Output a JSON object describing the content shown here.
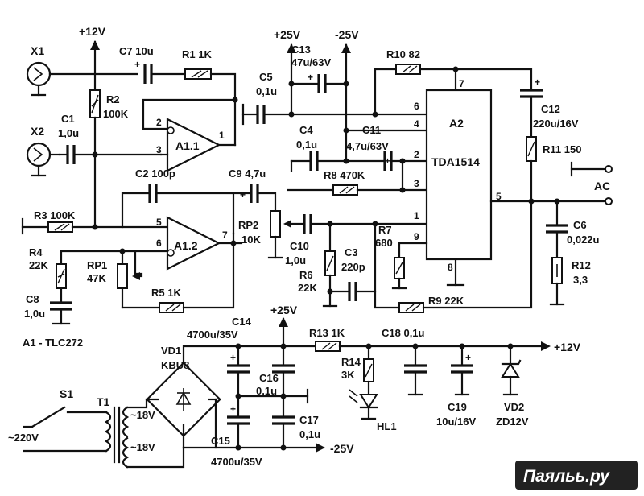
{
  "labels": {
    "x1": "X1",
    "x2": "X2",
    "plus12_top": "+12V",
    "c7": "C7 10u",
    "r1": "R1 1K",
    "r2": "R2",
    "r2v": "100K",
    "c1": "C1",
    "c1v": "1,0u",
    "a11": "A1.1",
    "p2": "2",
    "p3": "3",
    "p1": "1",
    "c2": "C2 100p",
    "r3": "R3 100K",
    "a12": "A1.2",
    "p5": "5",
    "p6": "6",
    "p7": "7",
    "r4": "R4",
    "r4v": "22K",
    "rp1": "RP1",
    "rp1v": "47K",
    "r5": "R5 1K",
    "c8": "C8",
    "c8v": "1,0u",
    "a1": "A1 - TLC272",
    "c9": "C9 4,7u",
    "rp2": "RP2",
    "rp2v": "10K",
    "plus25": "+25V",
    "minus25": "-25V",
    "c13": "C13",
    "c13v": "47u/63V",
    "c5": "C5",
    "c5v": "0,1u",
    "r10": "R10 82",
    "c4": "C4",
    "c4v": "0,1u",
    "c11": "C11",
    "c11v": "4,7u/63V",
    "r8": "R8 470K",
    "c10": "C10",
    "c10v": "1,0u",
    "c3": "C3",
    "c3v": "220p",
    "r6": "R6",
    "r6v": "22K",
    "r7": "R7",
    "r7v": "680",
    "r9": "R9 22K",
    "a2": "A2",
    "tda": "TDA1514",
    "pin7": "7",
    "pin6": "6",
    "pin4": "4",
    "pin2": "2",
    "pin3": "3",
    "pin1": "1",
    "pin9": "9",
    "pin8": "8",
    "pin5": "5",
    "c12": "C12",
    "c12v": "220u/16V",
    "r11": "R11 150",
    "ac": "AC",
    "c6": "C6",
    "c6v": "0,022u",
    "r12": "R12",
    "r12v": "3,3",
    "plus25_low": "+25V",
    "c14": "C14",
    "c14v": "4700u/35V",
    "vd1": "VD1",
    "kbu": "KBU8",
    "r13": "R13 1K",
    "c18": "C18 0,1u",
    "plus12_low": "+12V",
    "r14": "R14",
    "r14v": "3K",
    "c16": "C16",
    "c16v": "0,1u",
    "c17": "C17",
    "c17v": "0,1u",
    "hl1": "HL1",
    "c19": "C19",
    "c19v": "10u/16V",
    "vd2": "VD2",
    "zd": "ZD12V",
    "c15": "C15",
    "c15v": "4700u/35V",
    "minus25_low": "-25V",
    "s1": "S1",
    "t1": "T1",
    "v18a": "~18V",
    "v18b": "~18V",
    "v220": "~220V",
    "plus_sign": "+",
    "watermark": "Паяльь.ру"
  }
}
